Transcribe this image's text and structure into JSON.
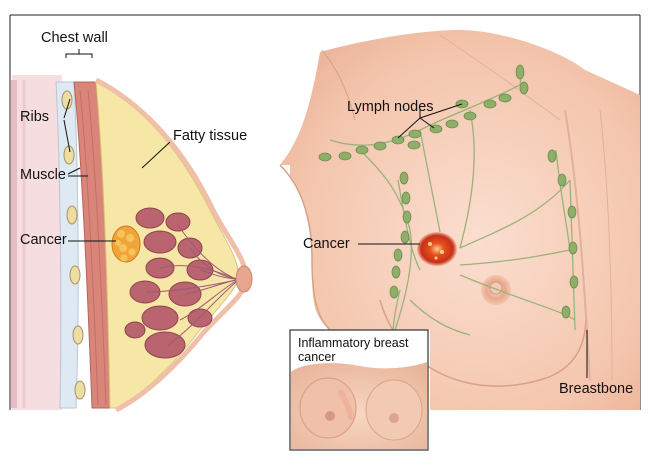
{
  "labels": {
    "chest_wall": "Chest wall",
    "ribs": "Ribs",
    "muscle": "Muscle",
    "cancer_left": "Cancer",
    "fatty_tissue": "Fatty tissue",
    "lymph_nodes": "Lymph nodes",
    "cancer_right": "Cancer",
    "breastbone": "Breastbone",
    "inset_title": "Inflammatory breast cancer"
  },
  "colors": {
    "skin": "#f6cdb6",
    "fat": "#f7e7a6",
    "muscle": "#d9857a",
    "lobules": "#b9646f",
    "tumor": "#e04a1c",
    "lymph": "#8fae6a",
    "outline": "#1a1a1a"
  }
}
